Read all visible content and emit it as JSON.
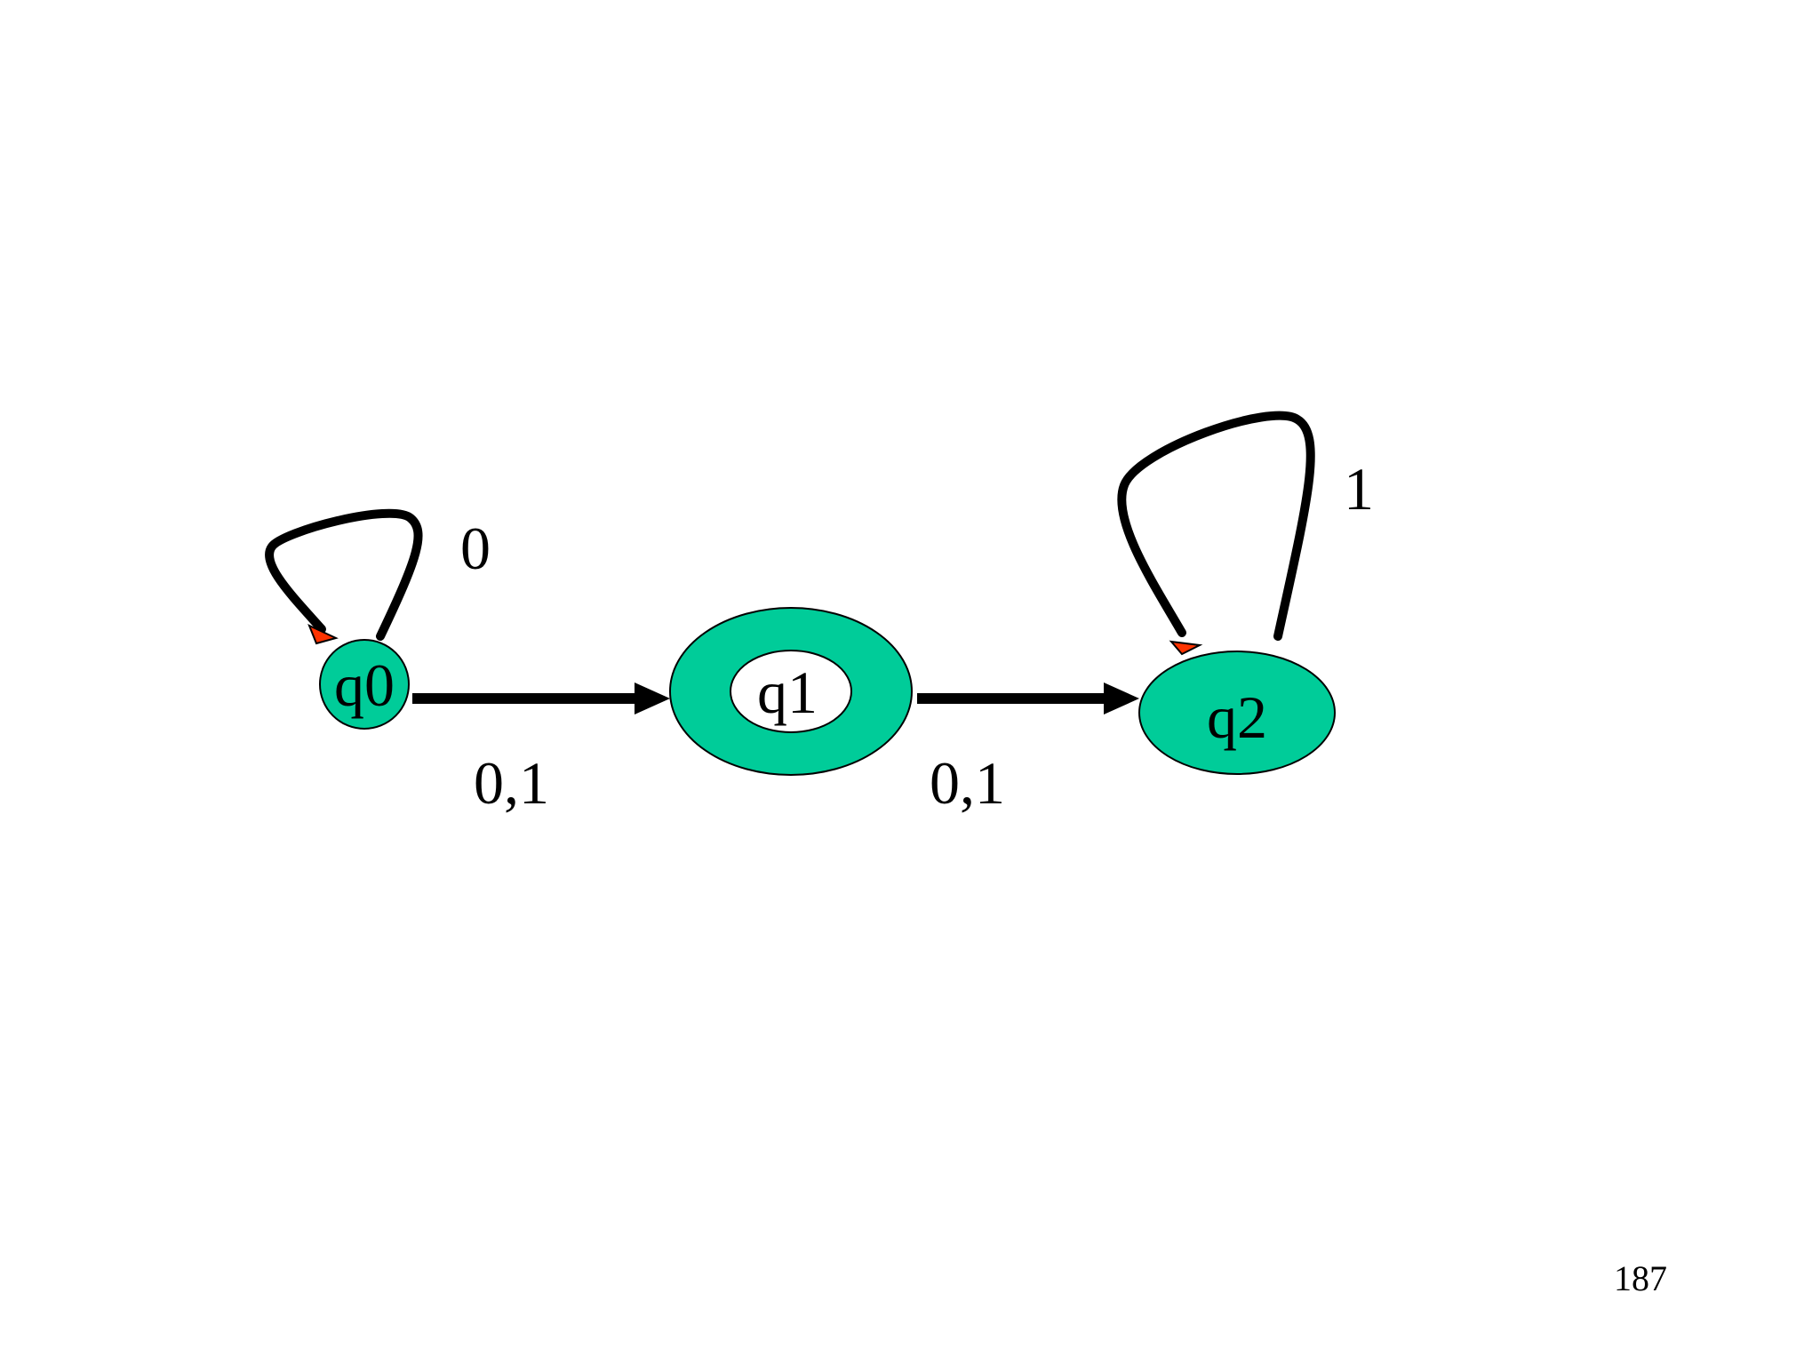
{
  "diagram": {
    "type": "state-machine",
    "colors": {
      "state_fill": "#00CC99",
      "inner_fill": "#FFFFFF",
      "edge": "#000000",
      "arrowhead_accent": "#FF3300"
    },
    "states": [
      {
        "id": "q0",
        "label": "q0"
      },
      {
        "id": "q1",
        "label": "q1"
      },
      {
        "id": "q2",
        "label": "q2"
      }
    ],
    "transitions": [
      {
        "from": "q0",
        "to": "q0",
        "label": "0"
      },
      {
        "from": "q0",
        "to": "q1",
        "label": "0,1"
      },
      {
        "from": "q1",
        "to": "q2",
        "label": "0,1"
      },
      {
        "from": "q2",
        "to": "q2",
        "label": "1"
      }
    ]
  },
  "footer": {
    "page_number": "187"
  }
}
